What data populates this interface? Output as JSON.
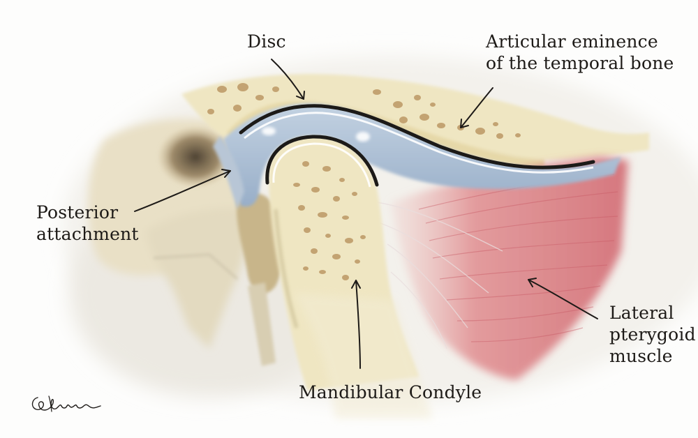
{
  "labels": {
    "disc": "Disc",
    "articular_eminence": [
      "Articular eminence",
      "of the temporal bone"
    ],
    "posterior_attachment": [
      "Posterior",
      "attachment"
    ],
    "lateral_pterygoid": [
      "Lateral",
      "pterygoid",
      "muscle"
    ],
    "mandibular_condyle": "Mandibular Condyle"
  },
  "signature": "Edwardsen",
  "colors": {
    "bone": "#efe6c2",
    "bone_spot": "#b9935f",
    "disc": "#a9bcd2",
    "cartilage_dark": "#1c1a18",
    "muscle": "#d8737a",
    "fossa_shadow": "#5e5140",
    "ink": "#1d1a17"
  }
}
